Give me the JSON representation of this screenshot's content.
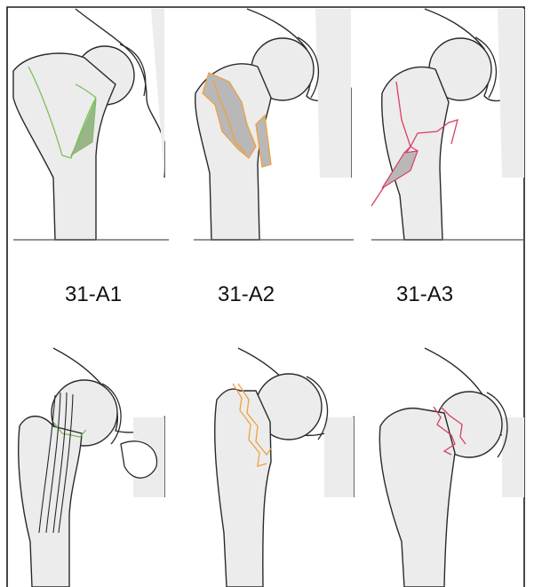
{
  "labels": {
    "a1": "31-A1",
    "a2": "31-A2",
    "a3": "31-A3"
  },
  "colors": {
    "bone": "#ececec",
    "outline": "#2a2a2a",
    "fracture_a1": "#7bbf5a",
    "fracture_a2": "#f0a040",
    "fracture_a3": "#d84060",
    "fragment_fill": "#b8b8b8"
  },
  "panels": [
    {
      "id": "a1-top",
      "depicts": "proximal femur with fracture line"
    },
    {
      "id": "a2-top",
      "depicts": "proximal femur with fracture line"
    },
    {
      "id": "a3-top",
      "depicts": "proximal femur with fracture line"
    },
    {
      "id": "b1-bottom",
      "depicts": "femoral neck with fracture line"
    },
    {
      "id": "b2-bottom",
      "depicts": "femoral neck with fracture line"
    },
    {
      "id": "b3-bottom",
      "depicts": "femoral neck with fracture line"
    }
  ]
}
